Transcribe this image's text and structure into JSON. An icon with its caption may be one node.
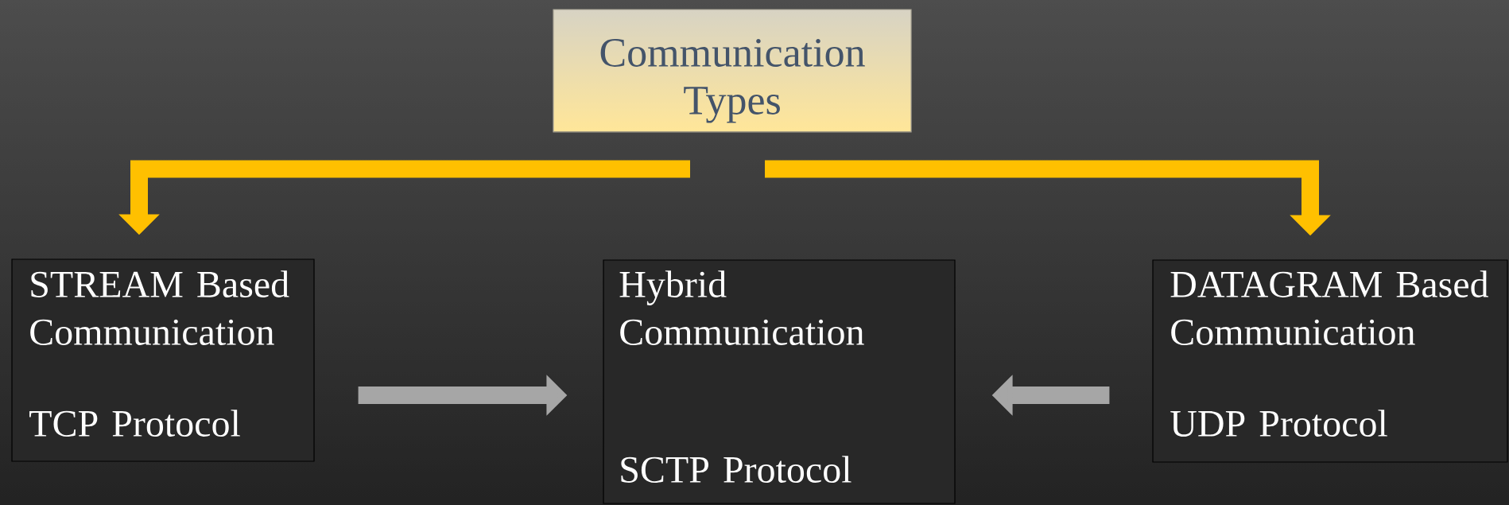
{
  "diagram": {
    "nodes": [
      {
        "text": [
          "Communication Types"
        ]
      },
      {
        "text": [
          "STREAM Based Communication",
          "TCP Protocol"
        ]
      },
      {
        "text": [
          "Hybrid Communication",
          "SCTP Protocol"
        ]
      },
      {
        "text": [
          "DATAGRAM Based Communication",
          "UDP Protocol"
        ]
      }
    ],
    "edges": [
      {
        "from": 0,
        "to": 1,
        "arrow": "to",
        "color": "#ffc000"
      },
      {
        "from": 0,
        "to": 3,
        "arrow": "to",
        "color": "#ffc000"
      },
      {
        "from": 1,
        "to": 2,
        "arrow": "to",
        "color": "#a6a6a6"
      },
      {
        "from": 3,
        "to": 2,
        "arrow": "to",
        "color": "#a6a6a6"
      }
    ]
  }
}
